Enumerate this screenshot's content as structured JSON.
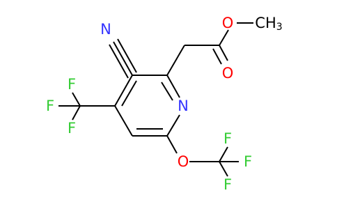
{
  "colors": {
    "bond": "#000000",
    "carbon_label": "#000000",
    "nitrogen": "#3333ff",
    "oxygen": "#ff0000",
    "fluorine": "#33cc33",
    "background": "#ffffff"
  },
  "atoms": {
    "n_nitrile": "N",
    "n_ring": "N",
    "o_carbonyl": "O",
    "o_ester": "O",
    "o_ether": "O",
    "ch3_main": "CH",
    "ch3_sub": "3",
    "f_cf3_top": "F",
    "f_cf3_left": "F",
    "f_cf3_bottom": "F",
    "f_ocf3_top": "F",
    "f_ocf3_right": "F",
    "f_ocf3_bottom": "F"
  }
}
